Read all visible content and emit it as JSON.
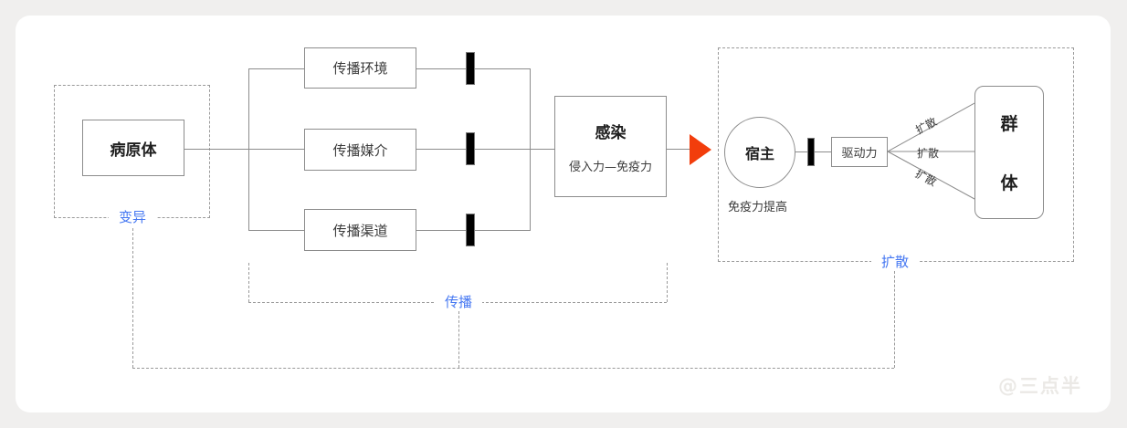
{
  "colors": {
    "background": "#f0efee",
    "card": "#ffffff",
    "accent_blue": "#4678f2",
    "arrow_red": "#f23d0c",
    "line_gray": "#8c8c8c",
    "bar_black": "#000000"
  },
  "labels": {
    "mutation": "变异",
    "transmission": "传播",
    "diffusion": "扩散"
  },
  "nodes": {
    "pathogen": "病原体",
    "env": "传播环境",
    "medium": "传播媒介",
    "channel": "传播渠道",
    "infection_title": "感染",
    "infection_sub": "侵入力—免疫力",
    "host": "宿主",
    "host_note": "免疫力提高",
    "driver": "驱动力",
    "group_top": "群",
    "group_bottom": "体"
  },
  "edge_labels": {
    "spread_top": "扩散",
    "spread_mid": "扩散",
    "spread_bottom": "扩散"
  },
  "watermark": "@三点半"
}
